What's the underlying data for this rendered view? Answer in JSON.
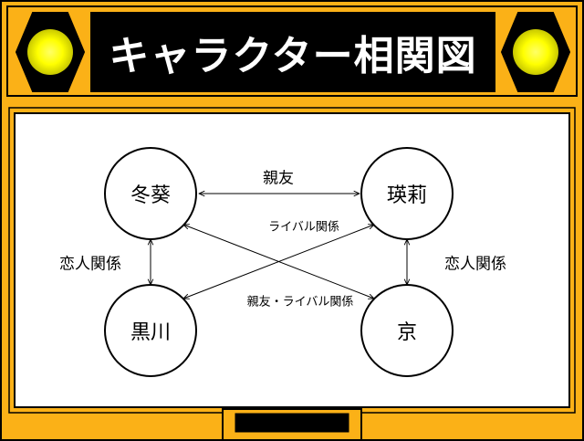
{
  "title": "キャラクター相関図",
  "colors": {
    "frame": "#FBB117",
    "title_bg": "#000000",
    "title_text": "#FFFFFF",
    "lamp_outer": "#000000",
    "lamp_glow": "#FFFF00",
    "panel_bg": "#FFFFFF"
  },
  "nodes": {
    "fuyuki": "冬葵",
    "eiri": "瑛莉",
    "kurokawa": "黒川",
    "kyo": "京"
  },
  "edges": {
    "fuyuki_eiri": "親友",
    "eiri_kurokawa": "ライバル関係",
    "fuyuki_kurokawa": "恋人関係",
    "eiri_kyo": "恋人関係",
    "fuyuki_kyo": "親友・ライバル関係"
  },
  "icons": [
    "hexagon-lamp-icon",
    "hexagon-lamp-icon"
  ]
}
